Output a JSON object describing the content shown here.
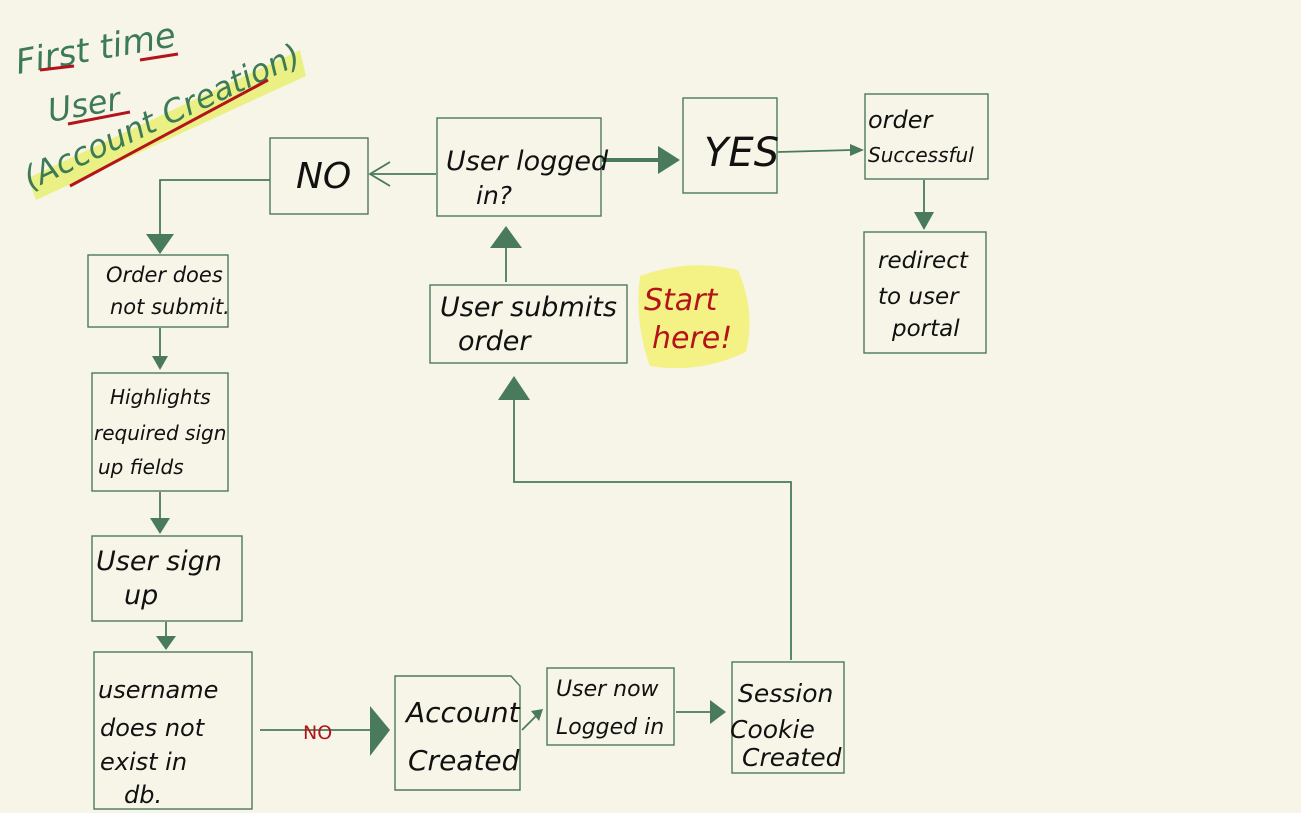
{
  "title": {
    "line1": "First time",
    "line2": "User",
    "line3": "(Account Creation)",
    "color": "#3d7a56",
    "highlight": "#e9f07a",
    "underline": "#b3141a"
  },
  "start_note": {
    "line1": "Start",
    "line2": "here!",
    "color": "#b3141a",
    "highlight": "#f3f27a"
  },
  "edge_label_no": "NO",
  "nodes": {
    "user_logged_in": {
      "line1": "User logged",
      "line2": "in?"
    },
    "no": {
      "line1": "NO"
    },
    "yes": {
      "line1": "YES"
    },
    "order_successful": {
      "line1": "order",
      "line2": "Successful"
    },
    "redirect": {
      "line1": "redirect",
      "line2": "to user",
      "line3": "portal"
    },
    "user_submits_order": {
      "line1": "User submits",
      "line2": "order"
    },
    "order_does_not_submit": {
      "line1": "Order does",
      "line2": "not submit."
    },
    "highlights_required": {
      "line1": "Highlights",
      "line2": "required sign",
      "line3": "up fields"
    },
    "user_sign_up": {
      "line1": "User sign",
      "line2": "up"
    },
    "username_not_exist": {
      "line1": "username",
      "line2": "does not",
      "line3": "exist in",
      "line4": "db."
    },
    "account_created": {
      "line1": "Account",
      "line2": "Created"
    },
    "user_now_logged_in": {
      "line1": "User now",
      "line2": "Logged in"
    },
    "session_cookie": {
      "line1": "Session",
      "line2": "Cookie",
      "line3": "Created"
    }
  },
  "colors": {
    "background": "#f7f5e8",
    "stroke": "#4a7a5c",
    "text": "#111111"
  }
}
